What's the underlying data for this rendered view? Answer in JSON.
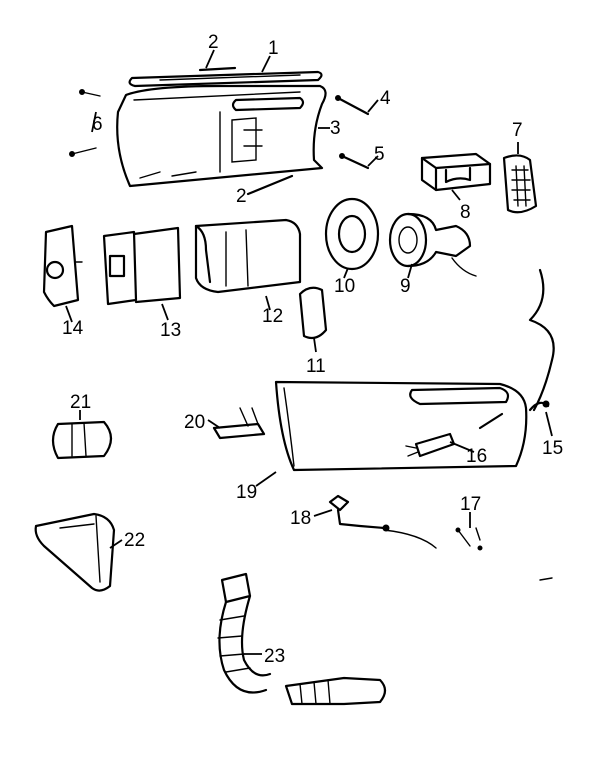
{
  "labels": {
    "p1": "1",
    "p2a": "2",
    "p2b": "2",
    "p3": "3",
    "p4": "4",
    "p5": "5",
    "p6": "6",
    "p7": "7",
    "p8": "8",
    "p9": "9",
    "p10": "10",
    "p11": "11",
    "p12": "12",
    "p13": "13",
    "p14": "14",
    "p15": "15",
    "p16": "16",
    "p17": "17",
    "p18": "18",
    "p19": "19",
    "p20": "20",
    "p21": "21",
    "p22": "22",
    "p23": "23"
  }
}
